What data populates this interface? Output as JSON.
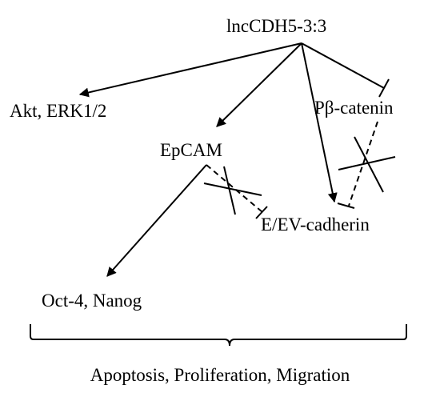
{
  "nodes": {
    "lnccdh5": "lncCDH5-3:3",
    "akt_erk": "Akt, ERK1/2",
    "epcam": "EpCAM",
    "pbeta_catenin": "Pβ-catenin",
    "e_ev_cadherin": "E/EV-cadherin",
    "oct4_nanog": "Oct-4, Nanog",
    "outcomes": "Apoptosis, Proliferation, Migration"
  },
  "edges": [
    {
      "from": "lncCDH5-3:3",
      "to": "Akt, ERK1/2",
      "type": "activation"
    },
    {
      "from": "lncCDH5-3:3",
      "to": "EpCAM",
      "type": "activation"
    },
    {
      "from": "lncCDH5-3:3",
      "to": "E/EV-cadherin",
      "type": "activation"
    },
    {
      "from": "lncCDH5-3:3",
      "to": "Pβ-catenin",
      "type": "inhibition"
    },
    {
      "from": "EpCAM",
      "to": "Oct-4, Nanog",
      "type": "activation"
    },
    {
      "from": "EpCAM",
      "to": "E/EV-cadherin",
      "type": "inhibition",
      "style": "dashed",
      "blocked": true
    },
    {
      "from": "Pβ-catenin",
      "to": "E/EV-cadherin",
      "type": "inhibition",
      "style": "dashed",
      "blocked": true
    }
  ],
  "colors": {
    "foreground": "#000000",
    "background": "#ffffff"
  }
}
